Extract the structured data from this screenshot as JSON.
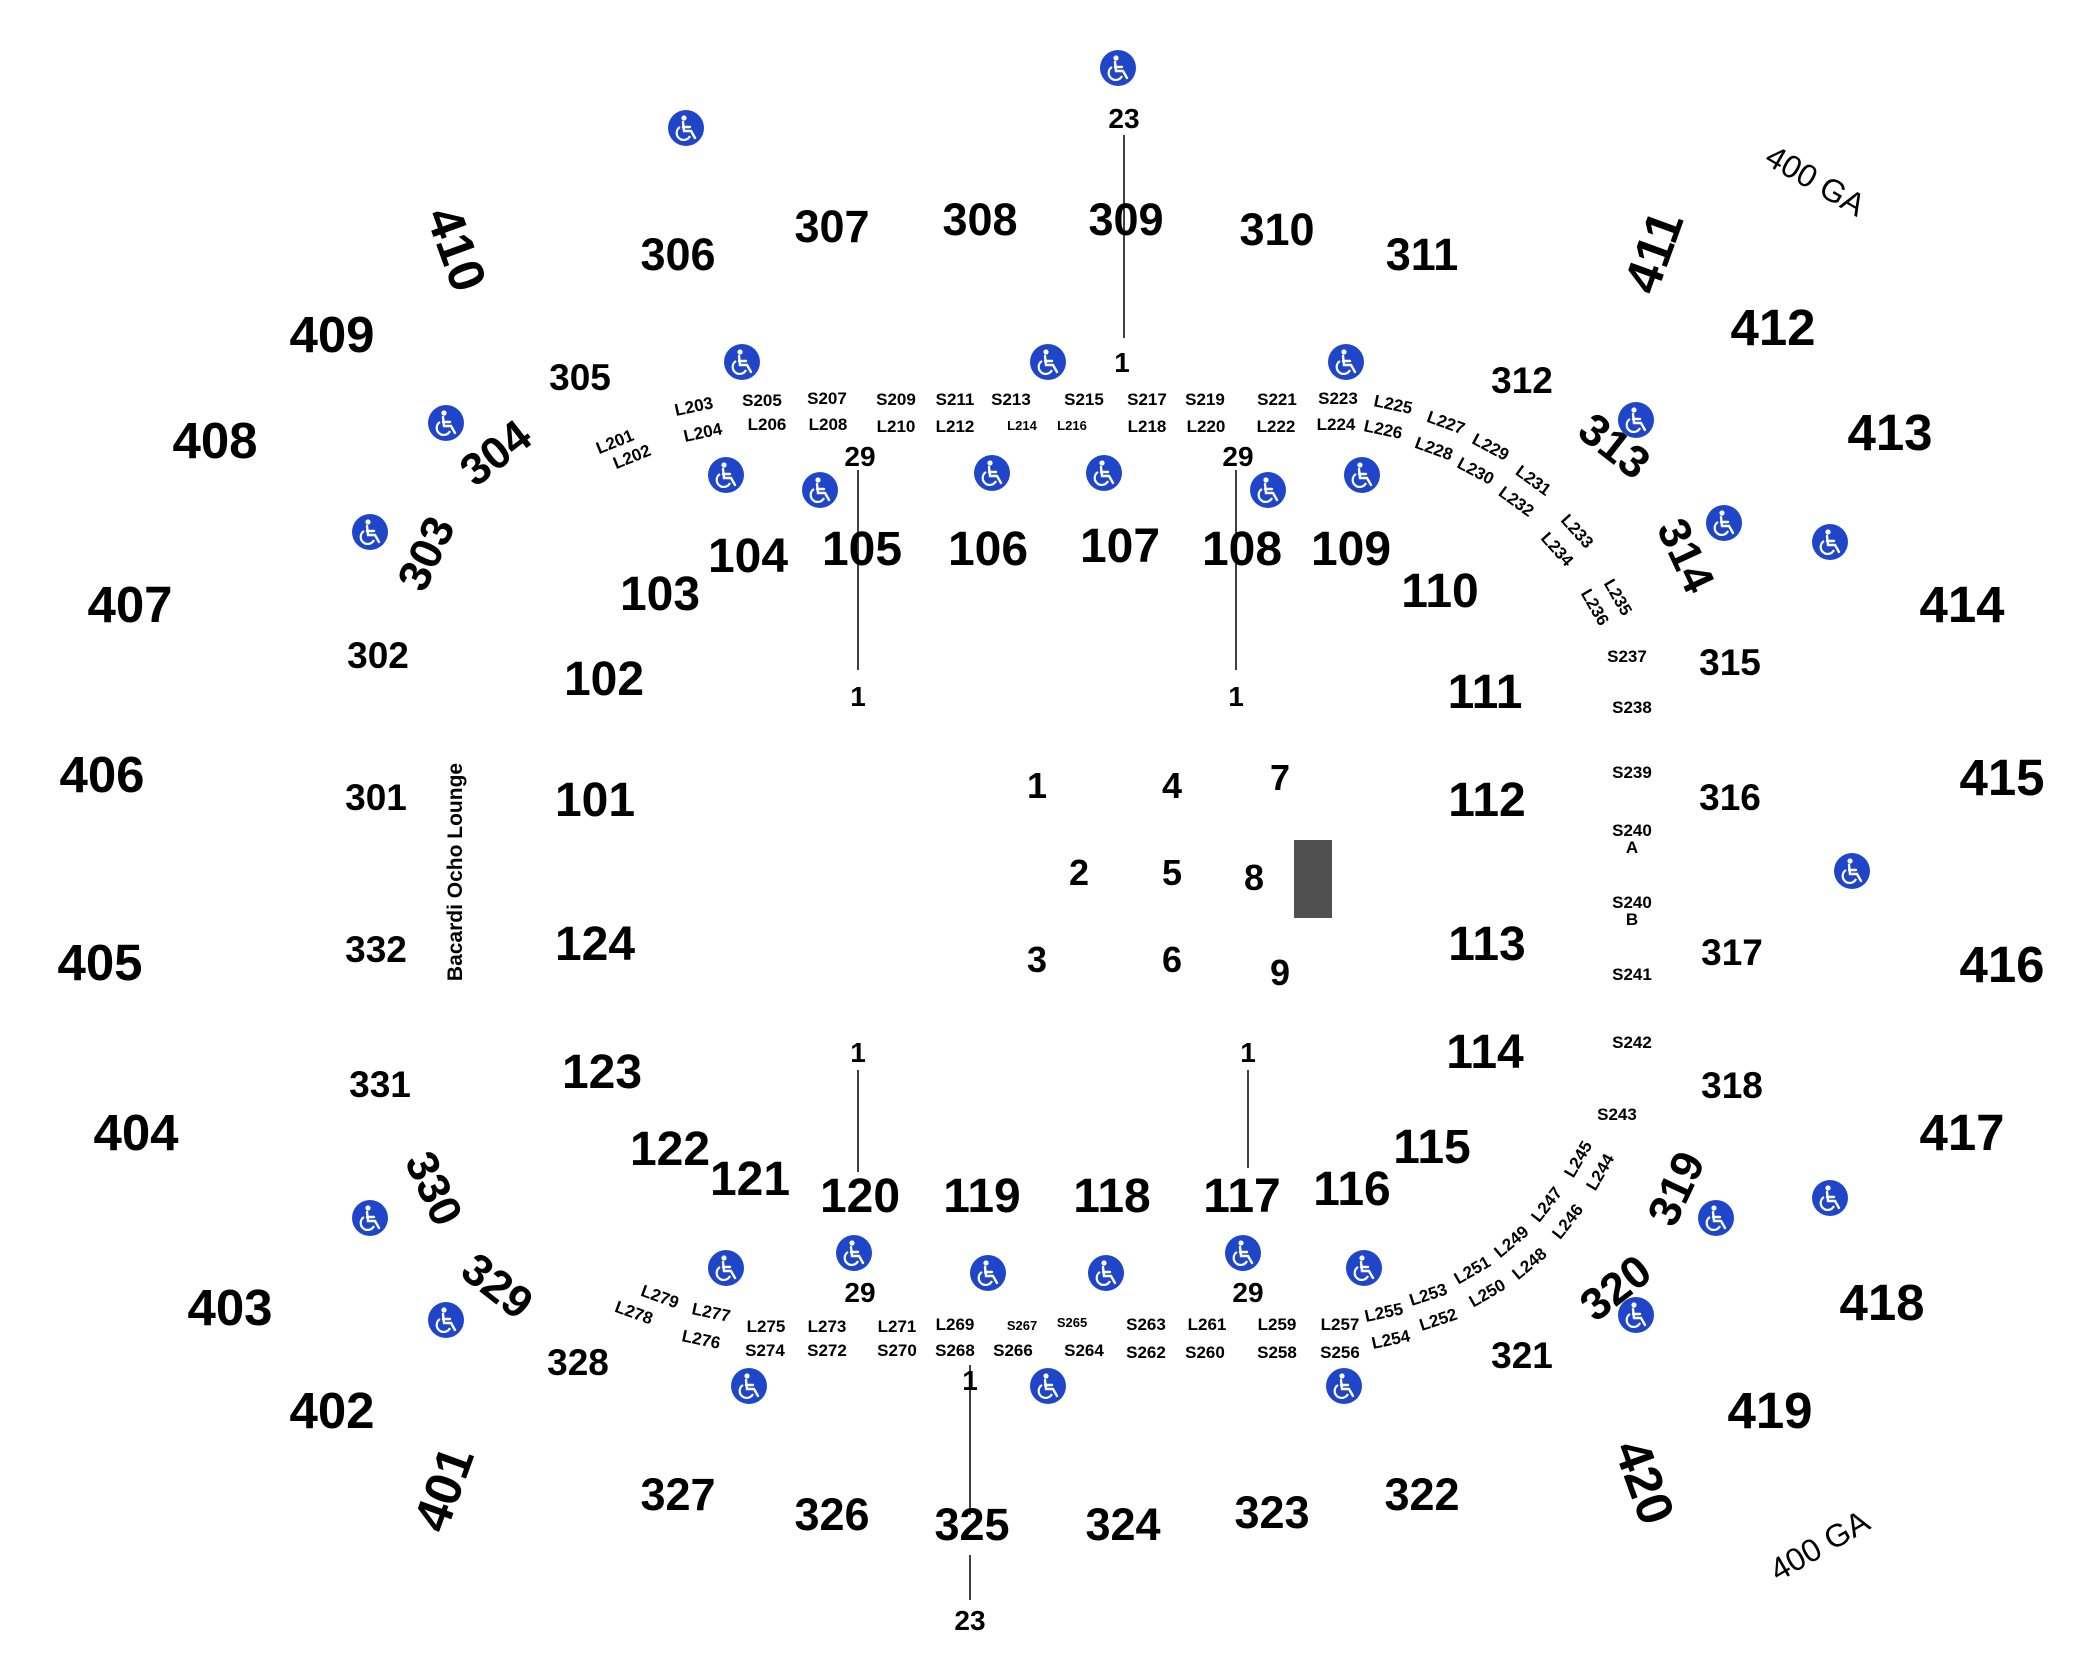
{
  "map": {
    "lounge_label": "Bacardi Ocho Lounge",
    "general_admission": [
      "400 GA",
      "400 GA"
    ],
    "colors": {
      "accessible": "#1f46c8",
      "stage": "#505050",
      "text": "#000000"
    },
    "accessible_icon": "wheelchair-icon",
    "sections_400": [
      "401",
      "402",
      "403",
      "404",
      "405",
      "406",
      "407",
      "408",
      "409",
      "410",
      "411",
      "412",
      "413",
      "414",
      "415",
      "416",
      "417",
      "418",
      "419",
      "420"
    ],
    "sections_300": [
      "301",
      "302",
      "303",
      "304",
      "305",
      "306",
      "307",
      "308",
      "309",
      "310",
      "311",
      "312",
      "313",
      "314",
      "315",
      "316",
      "317",
      "318",
      "319",
      "320",
      "321",
      "322",
      "323",
      "324",
      "325",
      "326",
      "327",
      "328",
      "329",
      "330",
      "331",
      "332"
    ],
    "sections_100": [
      "101",
      "102",
      "103",
      "104",
      "105",
      "106",
      "107",
      "108",
      "109",
      "110",
      "111",
      "112",
      "113",
      "114",
      "115",
      "116",
      "117",
      "118",
      "119",
      "120",
      "121",
      "122",
      "123",
      "124"
    ],
    "suites": [
      "S205",
      "S207",
      "S209",
      "S211",
      "S213",
      "S215",
      "S217",
      "S219",
      "S221",
      "S223",
      "S237",
      "S238",
      "S239",
      "S240",
      "A",
      "S240",
      "B",
      "S241",
      "S242",
      "S243",
      "S256",
      "S258",
      "S260",
      "S262",
      "S264",
      "S265",
      "S263",
      "S266",
      "S267",
      "S268",
      "S270",
      "S272",
      "S274"
    ],
    "loge_boxes": [
      "L201",
      "L202",
      "L203",
      "L204",
      "L206",
      "L208",
      "L210",
      "L212",
      "L214",
      "L216",
      "L218",
      "L220",
      "L222",
      "L224",
      "L225",
      "L226",
      "L227",
      "L228",
      "L229",
      "L230",
      "L231",
      "L232",
      "L233",
      "L234",
      "L235",
      "L236",
      "L244",
      "L245",
      "L246",
      "L247",
      "L248",
      "L249",
      "L250",
      "L251",
      "L252",
      "L253",
      "L254",
      "L255",
      "L257",
      "L259",
      "L261",
      "L269",
      "L271",
      "L273",
      "L275",
      "L276",
      "L277",
      "L278",
      "L279"
    ],
    "row_markers": [
      "23",
      "1",
      "29",
      "29",
      "1",
      "1",
      "1",
      "1",
      "29",
      "29",
      "1",
      "23"
    ],
    "floor_sections": [
      "1",
      "2",
      "3",
      "4",
      "5",
      "6",
      "7",
      "8",
      "9"
    ]
  }
}
